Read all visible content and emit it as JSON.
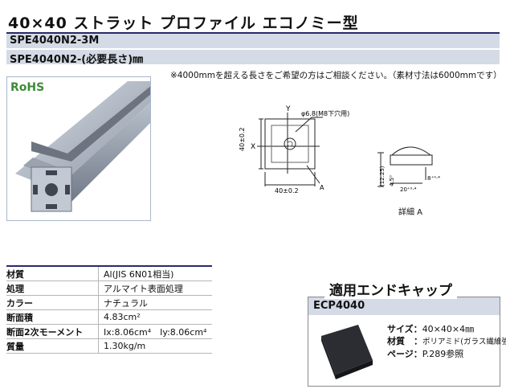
{
  "header": {
    "title": "40×40 ストラット プロファイル エコノミー型"
  },
  "codes": [
    "SPE4040N2-3M",
    "SPE4040N2-(必要長さ)㎜"
  ],
  "note": "※4000mmを超える長さをご希望の方はご相談ください。（素材寸法は6000mmです）",
  "photo": {
    "badge": "RoHS"
  },
  "drawing": {
    "y_label": "Y",
    "x_label": "X",
    "hole_label": "φ6.8(M8下穴用)",
    "height_dim": "40±0.2",
    "width_dim": "40±0.2",
    "point_a": "A",
    "d_1225": "(12.25)",
    "d_45": "4.5⁰",
    "d_8": "8⁺⁰·⁴",
    "d_20": "20⁺⁰·⁴",
    "detail": "詳細 A"
  },
  "specs": [
    {
      "key": "材質",
      "value": "Al(JIS 6N01相当)"
    },
    {
      "key": "処理",
      "value": "アルマイト表面処理"
    },
    {
      "key": "カラー",
      "value": "ナチュラル"
    },
    {
      "key": "断面積",
      "value": "4.83cm²"
    },
    {
      "key": "断面2次モーメント",
      "value": "Ix:8.06cm⁴　Iy:8.06cm⁴"
    },
    {
      "key": "質量",
      "value": "1.30kg/m"
    }
  ],
  "endcap": {
    "title": "適用エンドキャップ",
    "code": "ECP4040",
    "size_label": "サイズ：",
    "size_value": "40×40×4㎜",
    "material_label": "材質　：",
    "material_value": "ポリアミド(ガラス繊維強化)",
    "page_label": "ページ：",
    "page_value": "P.289参照"
  },
  "colors": {
    "accent": "#2a2a6a",
    "bar": "#d4dbe6",
    "rohs": "#3f8a3a"
  }
}
